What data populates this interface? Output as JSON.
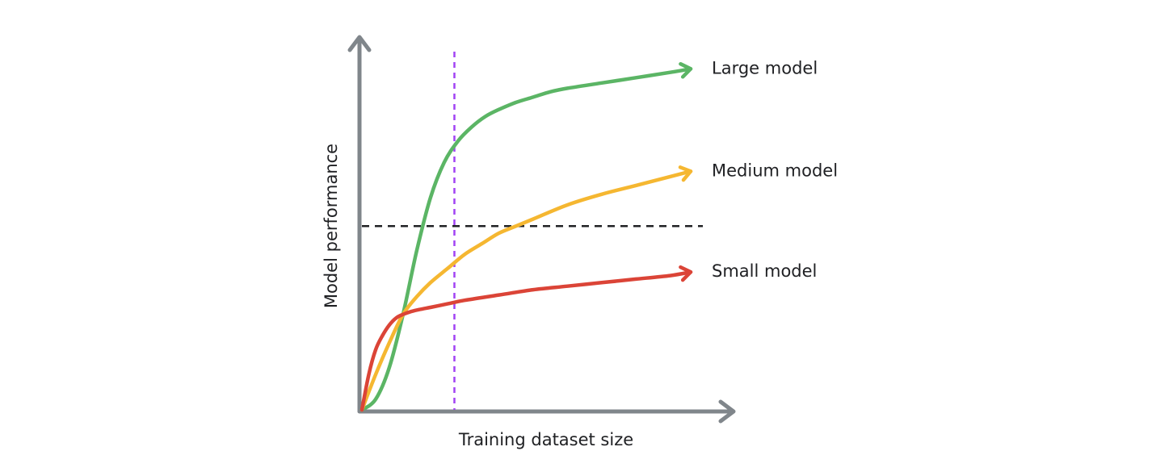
{
  "chart_data": {
    "type": "line",
    "title": "",
    "xlabel": "Training dataset size",
    "ylabel": "Model performance",
    "grid": false,
    "legend": "inline labels at line ends",
    "xlim": [
      0,
      1
    ],
    "ylim": [
      0,
      1
    ],
    "reference_lines": {
      "horizontal_y": 0.52,
      "vertical_x": 0.27
    },
    "series": [
      {
        "name": "Large model",
        "color": "#5bb565",
        "x": [
          0,
          0.04,
          0.08,
          0.12,
          0.16,
          0.2,
          0.24,
          0.28,
          0.32,
          0.36,
          0.4,
          0.45,
          0.5,
          0.55,
          0.6,
          0.7,
          0.8,
          0.9,
          0.96
        ],
        "y": [
          0,
          0.03,
          0.12,
          0.27,
          0.45,
          0.6,
          0.7,
          0.76,
          0.8,
          0.83,
          0.85,
          0.87,
          0.885,
          0.9,
          0.91,
          0.925,
          0.94,
          0.955,
          0.965
        ]
      },
      {
        "name": "Medium model",
        "color": "#f5b731",
        "x": [
          0,
          0.04,
          0.08,
          0.12,
          0.16,
          0.2,
          0.25,
          0.3,
          0.35,
          0.4,
          0.45,
          0.5,
          0.6,
          0.7,
          0.8,
          0.9,
          0.96
        ],
        "y": [
          0,
          0.1,
          0.19,
          0.27,
          0.32,
          0.36,
          0.4,
          0.44,
          0.47,
          0.5,
          0.52,
          0.54,
          0.58,
          0.61,
          0.635,
          0.66,
          0.675
        ]
      },
      {
        "name": "Small model",
        "color": "#db4437",
        "x": [
          0,
          0.02,
          0.04,
          0.06,
          0.08,
          0.1,
          0.12,
          0.15,
          0.2,
          0.25,
          0.3,
          0.4,
          0.5,
          0.6,
          0.7,
          0.8,
          0.9,
          0.96
        ],
        "y": [
          0,
          0.1,
          0.17,
          0.21,
          0.24,
          0.26,
          0.27,
          0.28,
          0.29,
          0.3,
          0.31,
          0.325,
          0.34,
          0.35,
          0.36,
          0.37,
          0.38,
          0.39
        ]
      }
    ]
  }
}
